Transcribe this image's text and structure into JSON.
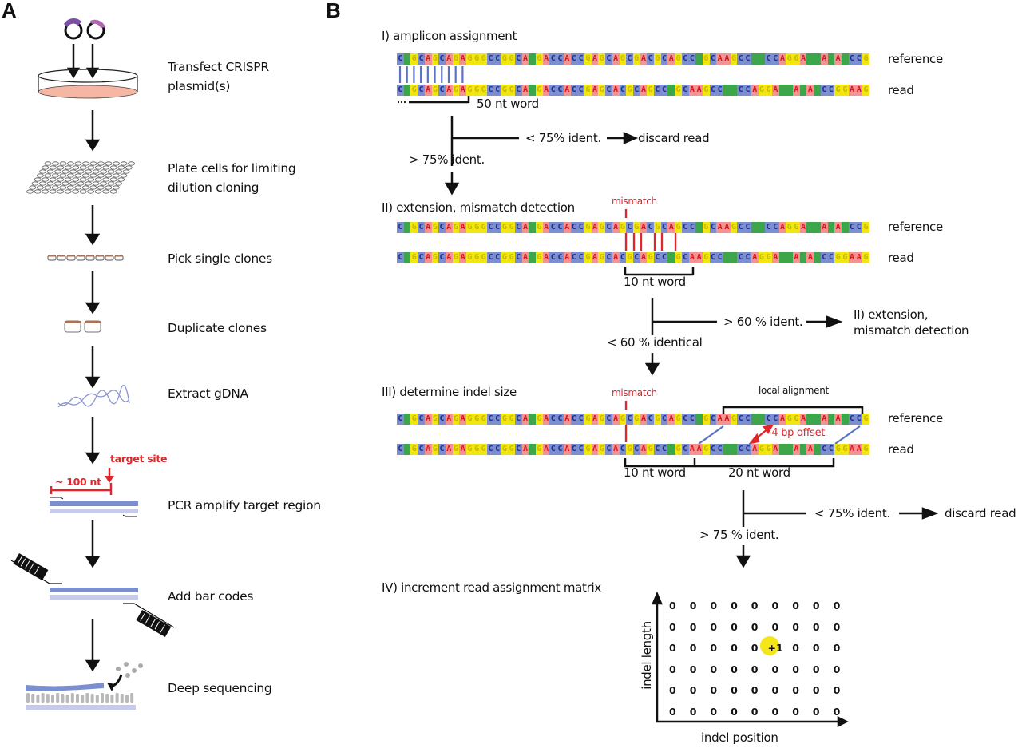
{
  "panel_a": {
    "label": "A",
    "steps": [
      {
        "line1": "Transfect CRISPR",
        "line2": "plasmid(s)"
      },
      {
        "line1": "Plate cells for limiting",
        "line2": "dilution cloning"
      },
      {
        "line1": "Pick single clones"
      },
      {
        "line1": "Duplicate clones"
      },
      {
        "line1": "Extract gDNA"
      },
      {
        "line1": "PCR amplify target region"
      },
      {
        "line1": "Add bar codes"
      },
      {
        "line1": "Deep sequencing"
      }
    ],
    "pcr_annotations": {
      "distance": "~ 100 nt",
      "target": "target site"
    }
  },
  "panel_b": {
    "label": "B",
    "reference_seq": "CTGCAGCAGAGGGCCGGCATGACCACCGAGCAGCGACGCAGCCTGCAAGCCTTCCAGGATTATATCCG",
    "read_seq": "CTGCAGCAGAGGGCCGGCATGACCACCGAGCACGCAGCCTGCAAGCCTTCCAGGATTATATCCGGAAG",
    "base_colors": {
      "C": "#7b8ed0",
      "T": "#3da64b",
      "G": "#f2e611",
      "A": "#f39494"
    },
    "row_labels": {
      "reference": "reference",
      "read": "read"
    },
    "step1": {
      "title": "I) amplicon assignment",
      "word": "50 nt word",
      "fail": "< 75% ident.",
      "fail_result": "discard read",
      "pass": "> 75% ident."
    },
    "step2": {
      "title": "II) extension, mismatch detection",
      "mismatch": "mismatch",
      "word": "10 nt word",
      "loop": "> 60 % ident.",
      "loop_result_1": "II) extension,",
      "loop_result_2": "mismatch detection",
      "pass": "< 60 % identical"
    },
    "step3": {
      "title": "III) determine indel size",
      "mismatch": "mismatch",
      "local": "local alignment",
      "offset": "-4 bp offset",
      "word1": "10 nt word",
      "word2": "20 nt word",
      "fail": "< 75% ident.",
      "fail_result": "discard read",
      "pass": "> 75 % ident."
    },
    "step4": {
      "title": "IV) increment read assignment matrix",
      "ylabel": "indel length",
      "xlabel": "indel position",
      "matrix": [
        [
          "0",
          "0",
          "0",
          "0",
          "0",
          "0",
          "0",
          "0",
          "0"
        ],
        [
          "0",
          "0",
          "0",
          "0",
          "0",
          "0",
          "0",
          "0",
          "0"
        ],
        [
          "0",
          "0",
          "0",
          "0",
          "0",
          "+1",
          "0",
          "0",
          "0"
        ],
        [
          "0",
          "0",
          "0",
          "0",
          "0",
          "0",
          "0",
          "0",
          "0"
        ],
        [
          "0",
          "0",
          "0",
          "0",
          "0",
          "0",
          "0",
          "0",
          "0"
        ],
        [
          "0",
          "0",
          "0",
          "0",
          "0",
          "0",
          "0",
          "0",
          "0"
        ]
      ],
      "highlight_color": "#f5e51b"
    }
  }
}
